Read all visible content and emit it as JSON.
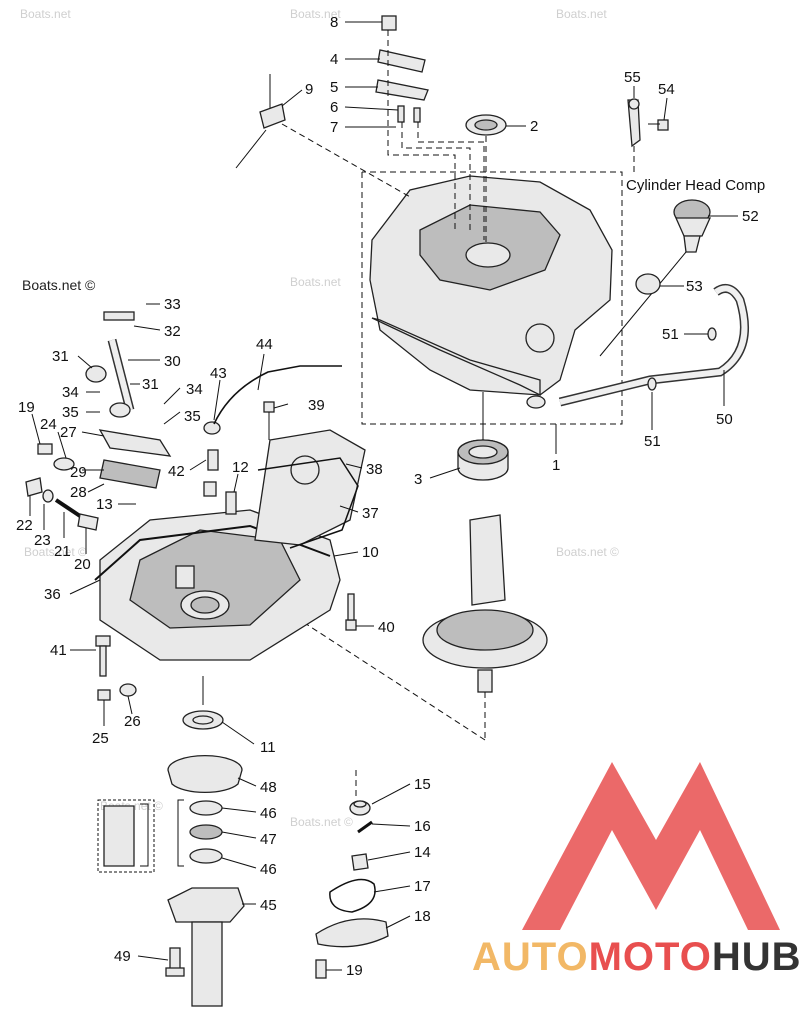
{
  "title": "Cylinder Head Comp",
  "watermarks": [
    "Boats.net",
    "Boats.net",
    "Boats.net ©",
    "Boats.net",
    "Boats.net",
    "Boats.net ©",
    "Boats.net ©",
    "Boats.net ©",
    "Boats.net ©"
  ],
  "logo": {
    "part1": "AUTO",
    "part2": "MOTO",
    "part3": "HUB",
    "color1": "#f2b866",
    "color2": "#e84f4f",
    "color3": "#333333"
  },
  "labels": [
    "8",
    "4",
    "5",
    "6",
    "7",
    "9",
    "2",
    "55",
    "54",
    "52",
    "53",
    "51",
    "50",
    "51",
    "1",
    "3",
    "33",
    "32",
    "31",
    "30",
    "31",
    "34",
    "35",
    "19",
    "24",
    "27",
    "29",
    "28",
    "22",
    "23",
    "21",
    "20",
    "13",
    "36",
    "41",
    "25",
    "26",
    "34",
    "35",
    "42",
    "43",
    "44",
    "39",
    "12",
    "38",
    "37",
    "10",
    "40",
    "11",
    "48",
    "46",
    "47",
    "46",
    "45",
    "49",
    "15",
    "16",
    "14",
    "17",
    "18",
    "19"
  ]
}
